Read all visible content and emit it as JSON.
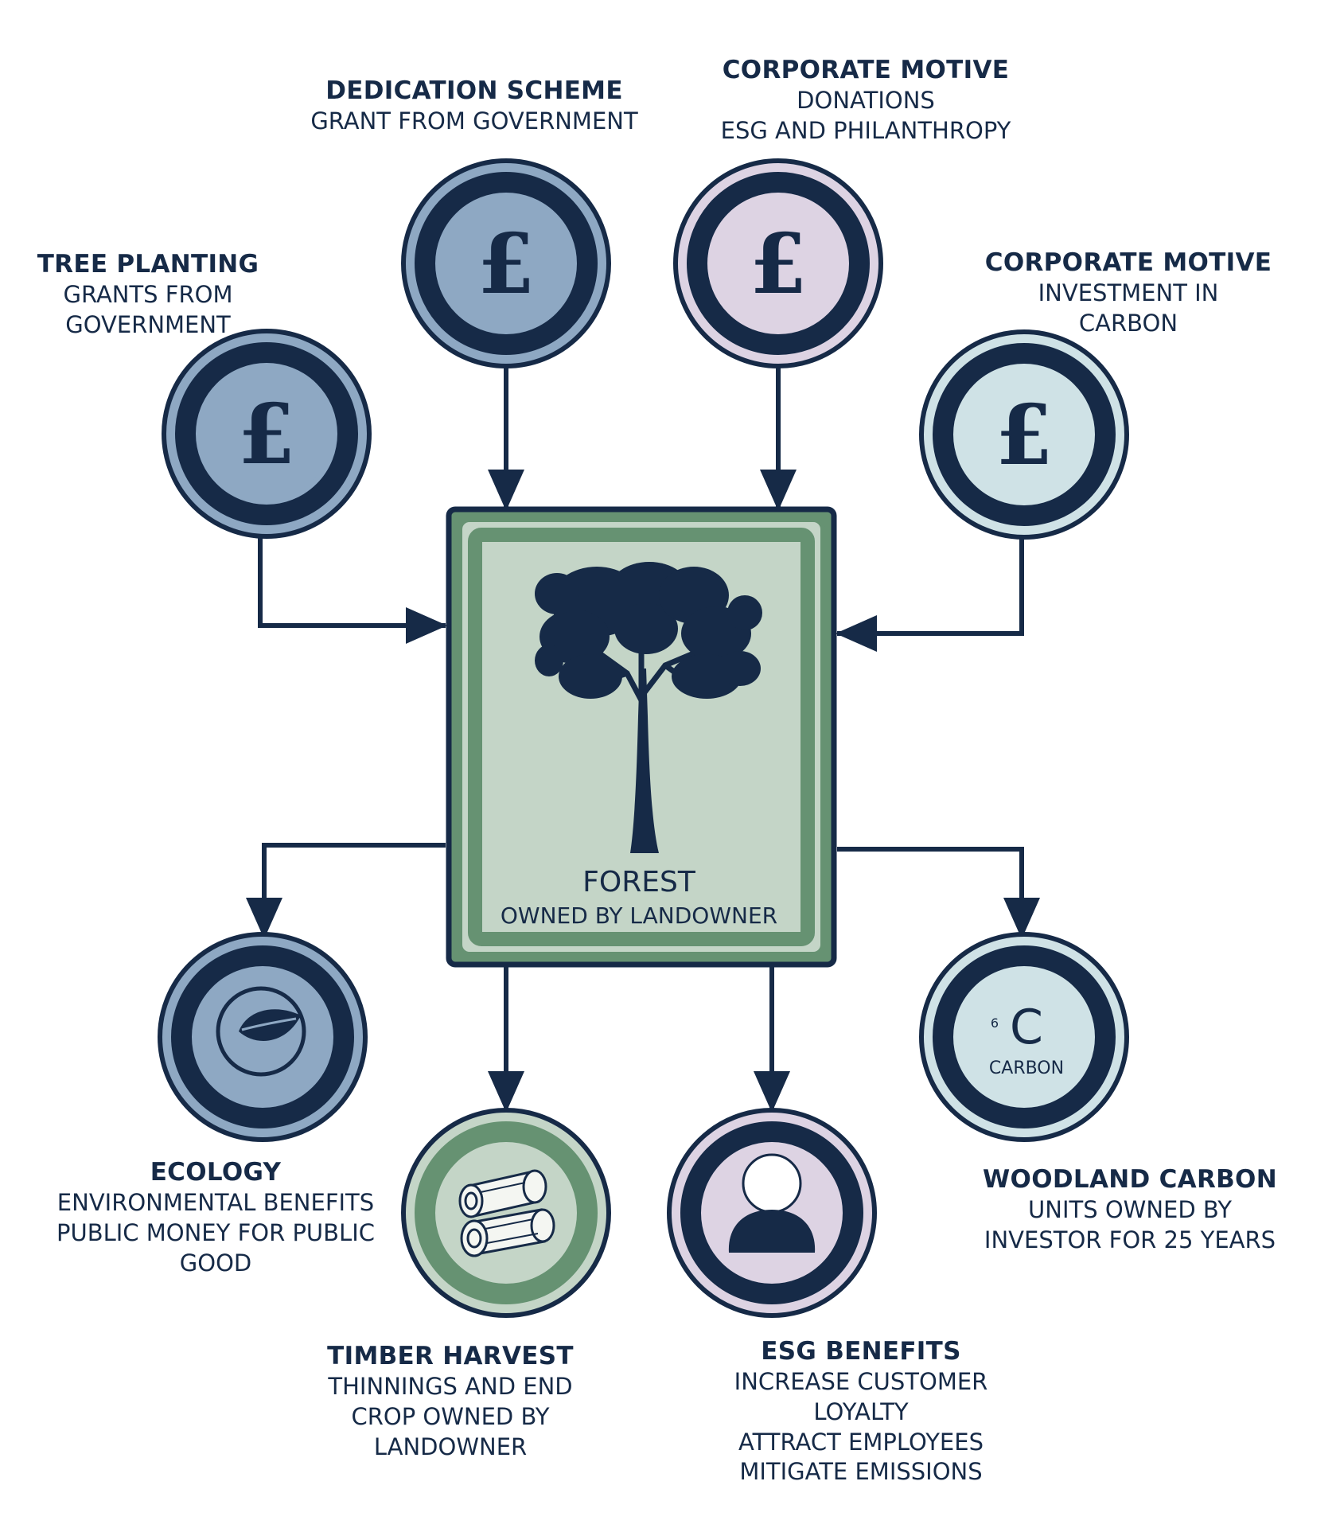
{
  "colors": {
    "navy": "#162a47",
    "blue": "#8ea8c3",
    "pink": "#ddd3e3",
    "light_cyan": "#cfe2e6",
    "forest_green": "#669272",
    "sage": "#c4d5c7"
  },
  "forest": {
    "title": "FOREST",
    "subtitle": "OWNED BY LANDOWNER",
    "icon": "tree-icon"
  },
  "inputs": [
    {
      "id": "tree-planting",
      "icon": "pound-icon",
      "glyph": "£",
      "title": "TREE PLANTING",
      "lines": [
        "GRANTS FROM",
        "GOVERNMENT"
      ]
    },
    {
      "id": "dedication-scheme",
      "icon": "pound-icon",
      "glyph": "£",
      "title": "DEDICATION SCHEME",
      "lines": [
        "GRANT FROM GOVERNMENT"
      ]
    },
    {
      "id": "corporate-donations",
      "icon": "pound-icon",
      "glyph": "£",
      "title": "CORPORATE MOTIVE",
      "lines": [
        "DONATIONS",
        "ESG AND PHILANTHROPY"
      ]
    },
    {
      "id": "corporate-investment",
      "icon": "pound-icon",
      "glyph": "£",
      "title": "CORPORATE MOTIVE",
      "lines": [
        "INVESTMENT IN",
        "CARBON"
      ]
    }
  ],
  "outputs": [
    {
      "id": "ecology",
      "icon": "leaf-icon",
      "title": "ECOLOGY",
      "lines": [
        "ENVIRONMENTAL BENEFITS",
        "PUBLIC MONEY FOR PUBLIC",
        "GOOD"
      ]
    },
    {
      "id": "timber-harvest",
      "icon": "logs-icon",
      "title": "TIMBER HARVEST",
      "lines": [
        "THINNINGS AND END",
        "CROP OWNED BY",
        "LANDOWNER"
      ]
    },
    {
      "id": "esg-benefits",
      "icon": "person-icon",
      "title": "ESG BENEFITS",
      "lines": [
        "INCREASE CUSTOMER",
        "LOYALTY",
        "ATTRACT EMPLOYEES",
        "MITIGATE EMISSIONS"
      ]
    },
    {
      "id": "woodland-carbon",
      "icon": "carbon-element-icon",
      "title": "WOODLAND CARBON",
      "lines": [
        "UNITS OWNED BY",
        "INVESTOR FOR 25 YEARS"
      ]
    }
  ],
  "carbon_icon": {
    "number": "6",
    "symbol": "C",
    "name": "CARBON"
  }
}
